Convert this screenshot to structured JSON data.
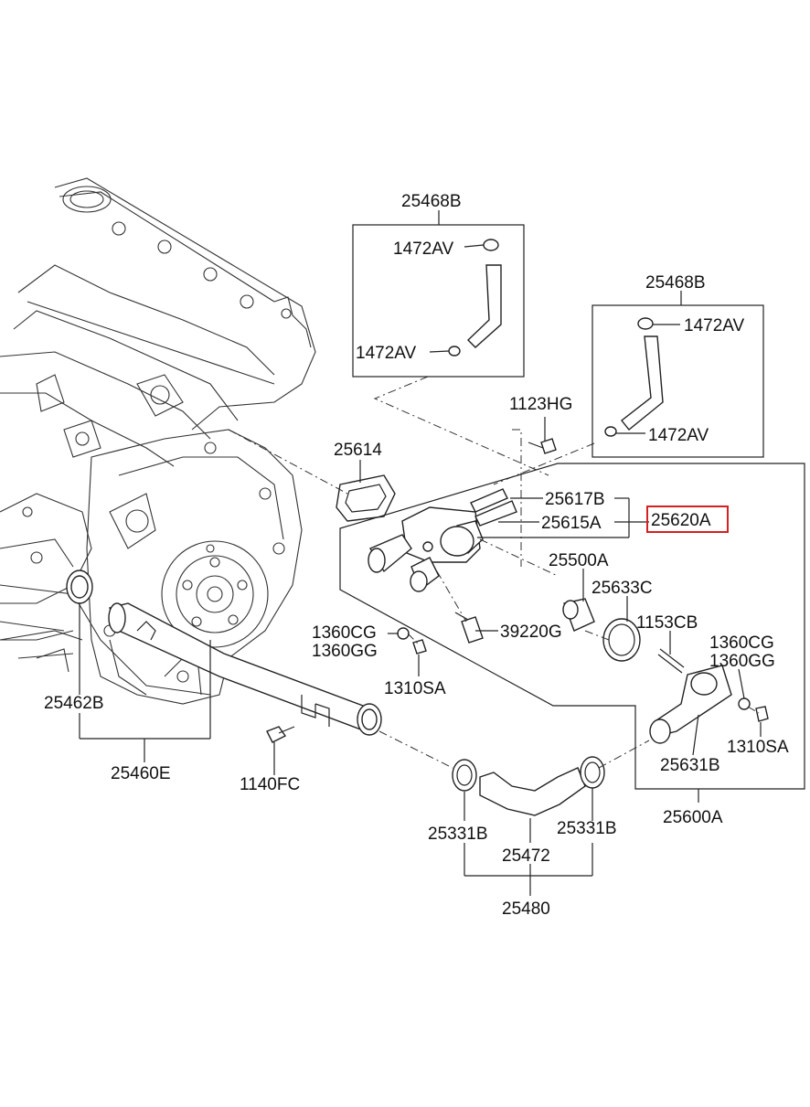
{
  "callouts": {
    "p25468b_left": "25468B",
    "p1472av_l1": "1472AV",
    "p1472av_l2": "1472AV",
    "p25468b_right": "25468B",
    "p1472av_r1": "1472AV",
    "p1472av_r2": "1472AV",
    "p1123hg": "1123HG",
    "p25614": "25614",
    "p25617b": "25617B",
    "p25615a": "25615A",
    "p25620a": "25620A",
    "p25500a": "25500A",
    "p25633c": "25633C",
    "p1153cb": "1153CB",
    "p1360cg_l": "1360CG",
    "p1360gg_l": "1360GG",
    "p39220g": "39220G",
    "p1310sa_l": "1310SA",
    "p1360cg_r": "1360CG",
    "p1360gg_r": "1360GG",
    "p1310sa_r": "1310SA",
    "p25631b": "25631B",
    "p25600a": "25600A",
    "p25462b": "25462B",
    "p25460e": "25460E",
    "p1140fc": "1140FC",
    "p25331b_l": "25331B",
    "p25331b_r": "25331B",
    "p25472": "25472",
    "p25480": "25480"
  },
  "colors": {
    "highlight": "#d42020",
    "line": "#222222"
  }
}
